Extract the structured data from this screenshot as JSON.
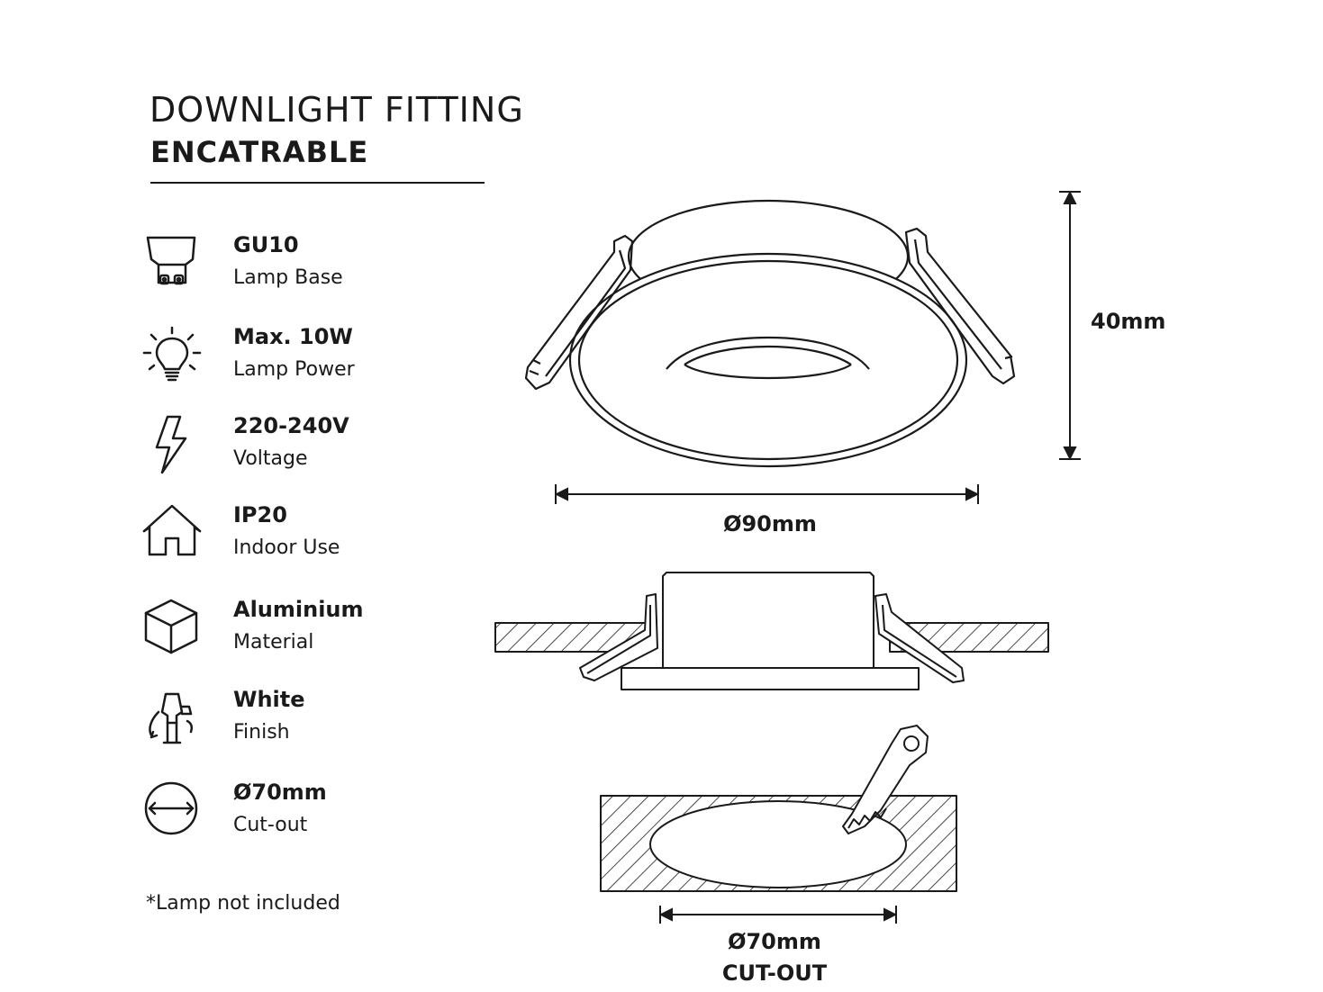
{
  "header": {
    "title": "DOWNLIGHT FITTING",
    "subtitle": "ENCATRABLE"
  },
  "specs": [
    {
      "icon": "gu10-bulb-icon",
      "value": "GU10",
      "label": "Lamp Base"
    },
    {
      "icon": "light-bulb-icon",
      "value": "Max. 10W",
      "label": "Lamp Power"
    },
    {
      "icon": "lightning-bolt-icon",
      "value": "220-240V",
      "label": "Voltage"
    },
    {
      "icon": "house-icon",
      "value": "IP20",
      "label": "Indoor Use"
    },
    {
      "icon": "cube-icon",
      "value": "Aluminium",
      "label": "Material"
    },
    {
      "icon": "spray-paint-icon",
      "value": "White",
      "label": "Finish"
    },
    {
      "icon": "diameter-circle-icon",
      "value": "Ø70mm",
      "label": "Cut-out"
    }
  ],
  "footnote": "*Lamp not included",
  "dimensions": {
    "height": "40mm",
    "diameter": "Ø90mm",
    "cutout_diameter": "Ø70mm",
    "cutout_label": "CUT-OUT"
  },
  "colors": {
    "ink": "#1a1a1a",
    "background": "#ffffff"
  }
}
